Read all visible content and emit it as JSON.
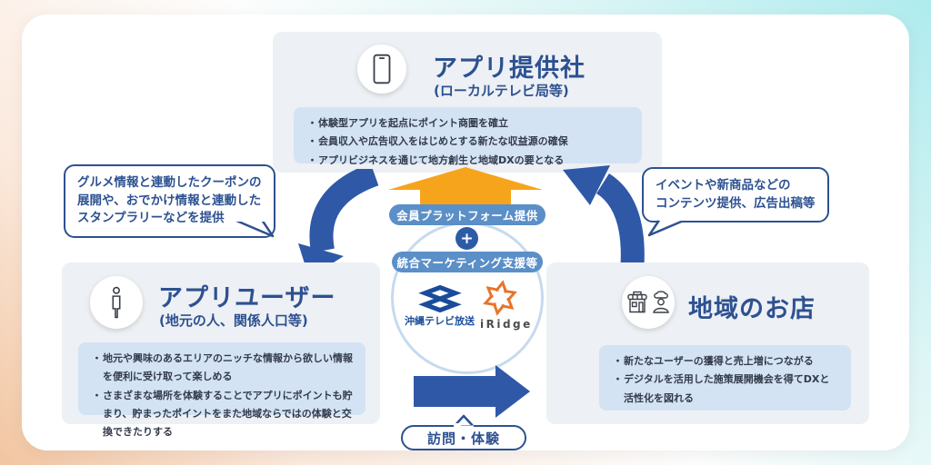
{
  "marks": {
    "bullet": "・"
  },
  "top_section": {
    "title": "アプリ提供社",
    "subtitle": "(ローカルテレビ局等)",
    "bullets": [
      "体験型アプリを起点にポイント商圏を確立",
      "会員収入や広告収入をはじめとする新たな収益源の確保",
      "アプリビジネスを通じて地方創生と地域DXの要となる"
    ]
  },
  "left_callout": {
    "lines": [
      "グルメ情報と連動したクーポンの",
      "展開や、おでかけ情報と連動した",
      "スタンプラリーなどを提供"
    ]
  },
  "right_callout": {
    "lines": [
      "イベントや新商品などの",
      "コンテンツ提供、広告出稿等"
    ]
  },
  "center": {
    "badge_top": "会員プラットフォーム提供",
    "plus": "+",
    "badge_bottom": "統合マーケティング支援等",
    "logo_left": "沖縄テレビ放送",
    "logo_right": "iRidge"
  },
  "user_section": {
    "title": "アプリユーザー",
    "subtitle": "(地元の人、関係人口等)",
    "bullets": [
      "地元や興味のあるエリアのニッチな情報から欲しい情報を便利に受け取って楽しめる",
      "さまざまな場所を体験することでアプリにポイントも貯まり、貯まったポイントをまた地域ならではの体験と交換できたりする"
    ]
  },
  "shop_section": {
    "title": "地域のお店",
    "bullets": [
      "新たなユーザーの獲得と売上増につながる",
      "デジタルを活用した施策展開機会を得てDXと活性化を図れる"
    ]
  },
  "bottom_flow_label": "訪問・体験",
  "colors": {
    "accent_blue": "#2d5191",
    "arrow_blue": "#2f58a7",
    "arrow_orange": "#f7a41d",
    "pill_blue": "#5b8fc7",
    "otv_blue": "#1a4c9c",
    "iridge_orange": "#e8742a"
  }
}
